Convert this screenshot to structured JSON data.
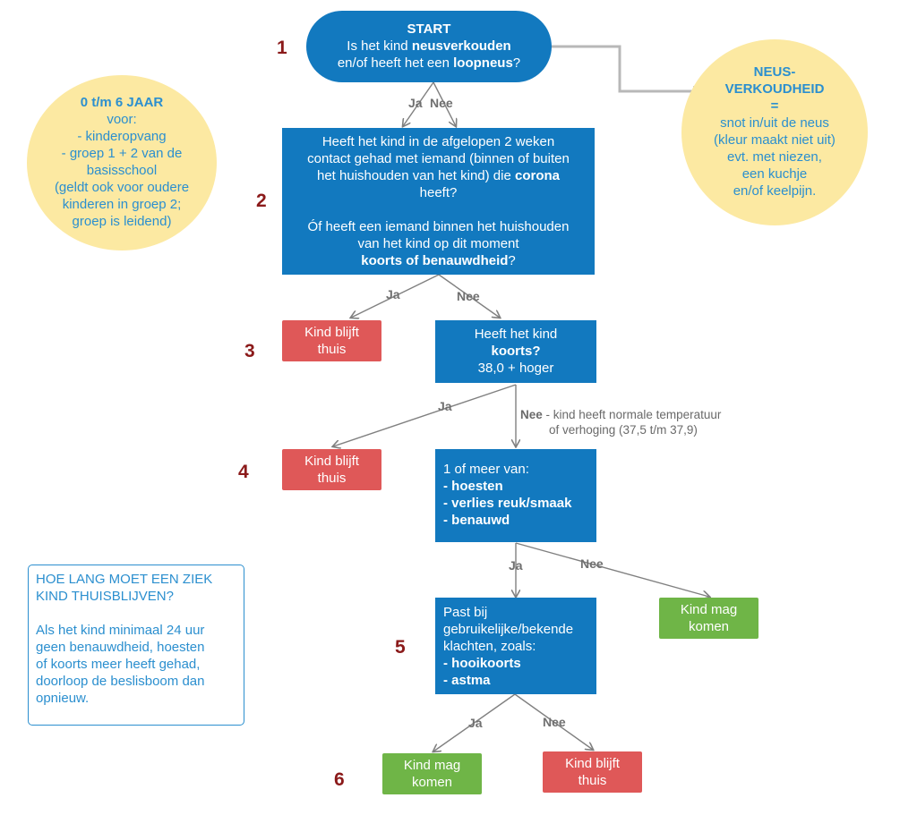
{
  "start": {
    "title": "START",
    "line1_pre": "Is het kind ",
    "line1_bold": "neusverkouden",
    "line2_pre": "en/of heeft het een ",
    "line2_bold": "loopneus",
    "line2_post": "?"
  },
  "age_note": {
    "title": "0 t/m 6 JAAR",
    "lines": [
      "voor:",
      "- kinderopvang",
      "- groep 1 + 2 van de",
      "basisschool",
      "(geldt ook voor oudere",
      "kinderen in groep 2;",
      "groep is leidend)"
    ]
  },
  "cold_note": {
    "title1": "NEUS-",
    "title2": "VERKOUDHEID",
    "eq": "=",
    "lines": [
      "snot in/uit de neus",
      "(kleur maakt niet uit)",
      "evt. met niezen,",
      "een kuchje",
      "en/of keelpijn."
    ]
  },
  "q2": {
    "l1": "Heeft het kind in de afgelopen 2 weken",
    "l2": "contact gehad met iemand (binnen of buiten",
    "l3_pre": "het huishouden van het kind) die ",
    "l3_bold": "corona",
    "l4": "heeft?",
    "l5": "Óf heeft een iemand binnen het huishouden",
    "l6": "van het kind op dit moment",
    "l7_bold": "koorts of benauwdheid",
    "l7_post": "?"
  },
  "q3": {
    "l1": "Heeft het kind",
    "l2_bold": "koorts?",
    "l3": "38,0 + hoger"
  },
  "q4": {
    "l1": "1 of meer van:",
    "items": [
      "- hoesten",
      "- verlies reuk/smaak",
      "- benauwd"
    ]
  },
  "q5": {
    "l1": "Past bij",
    "l2": "gebruikelijke/bekende",
    "l3": "klachten, zoals:",
    "items": [
      "- hooikoorts",
      "- astma"
    ]
  },
  "outcomes": {
    "stay_home": [
      "Kind blijft",
      "thuis"
    ],
    "may_come": [
      "Kind mag",
      "komen"
    ]
  },
  "labels": {
    "yes": "Ja",
    "no": "Nee",
    "no_temp_note_1": " - kind heeft normale temperatuur",
    "no_temp_note_2": "of verhoging (37,5 t/m 37,9)"
  },
  "steps": [
    "1",
    "2",
    "3",
    "4",
    "5",
    "6"
  ],
  "info": {
    "title": [
      "HOE LANG MOET EEN ZIEK",
      "KIND THUISBLIJVEN?"
    ],
    "body": [
      "Als het kind minimaal 24 uur",
      "geen benauwdheid, hoesten",
      "of koorts meer heeft gehad,",
      "doorloop de beslisboom dan",
      "opnieuw."
    ]
  },
  "colors": {
    "blue": "#1279bf",
    "red": "#df5858",
    "green": "#6fb547",
    "yellow": "#fce9a2",
    "step_number": "#8b1a1a",
    "connector": "#808080"
  }
}
